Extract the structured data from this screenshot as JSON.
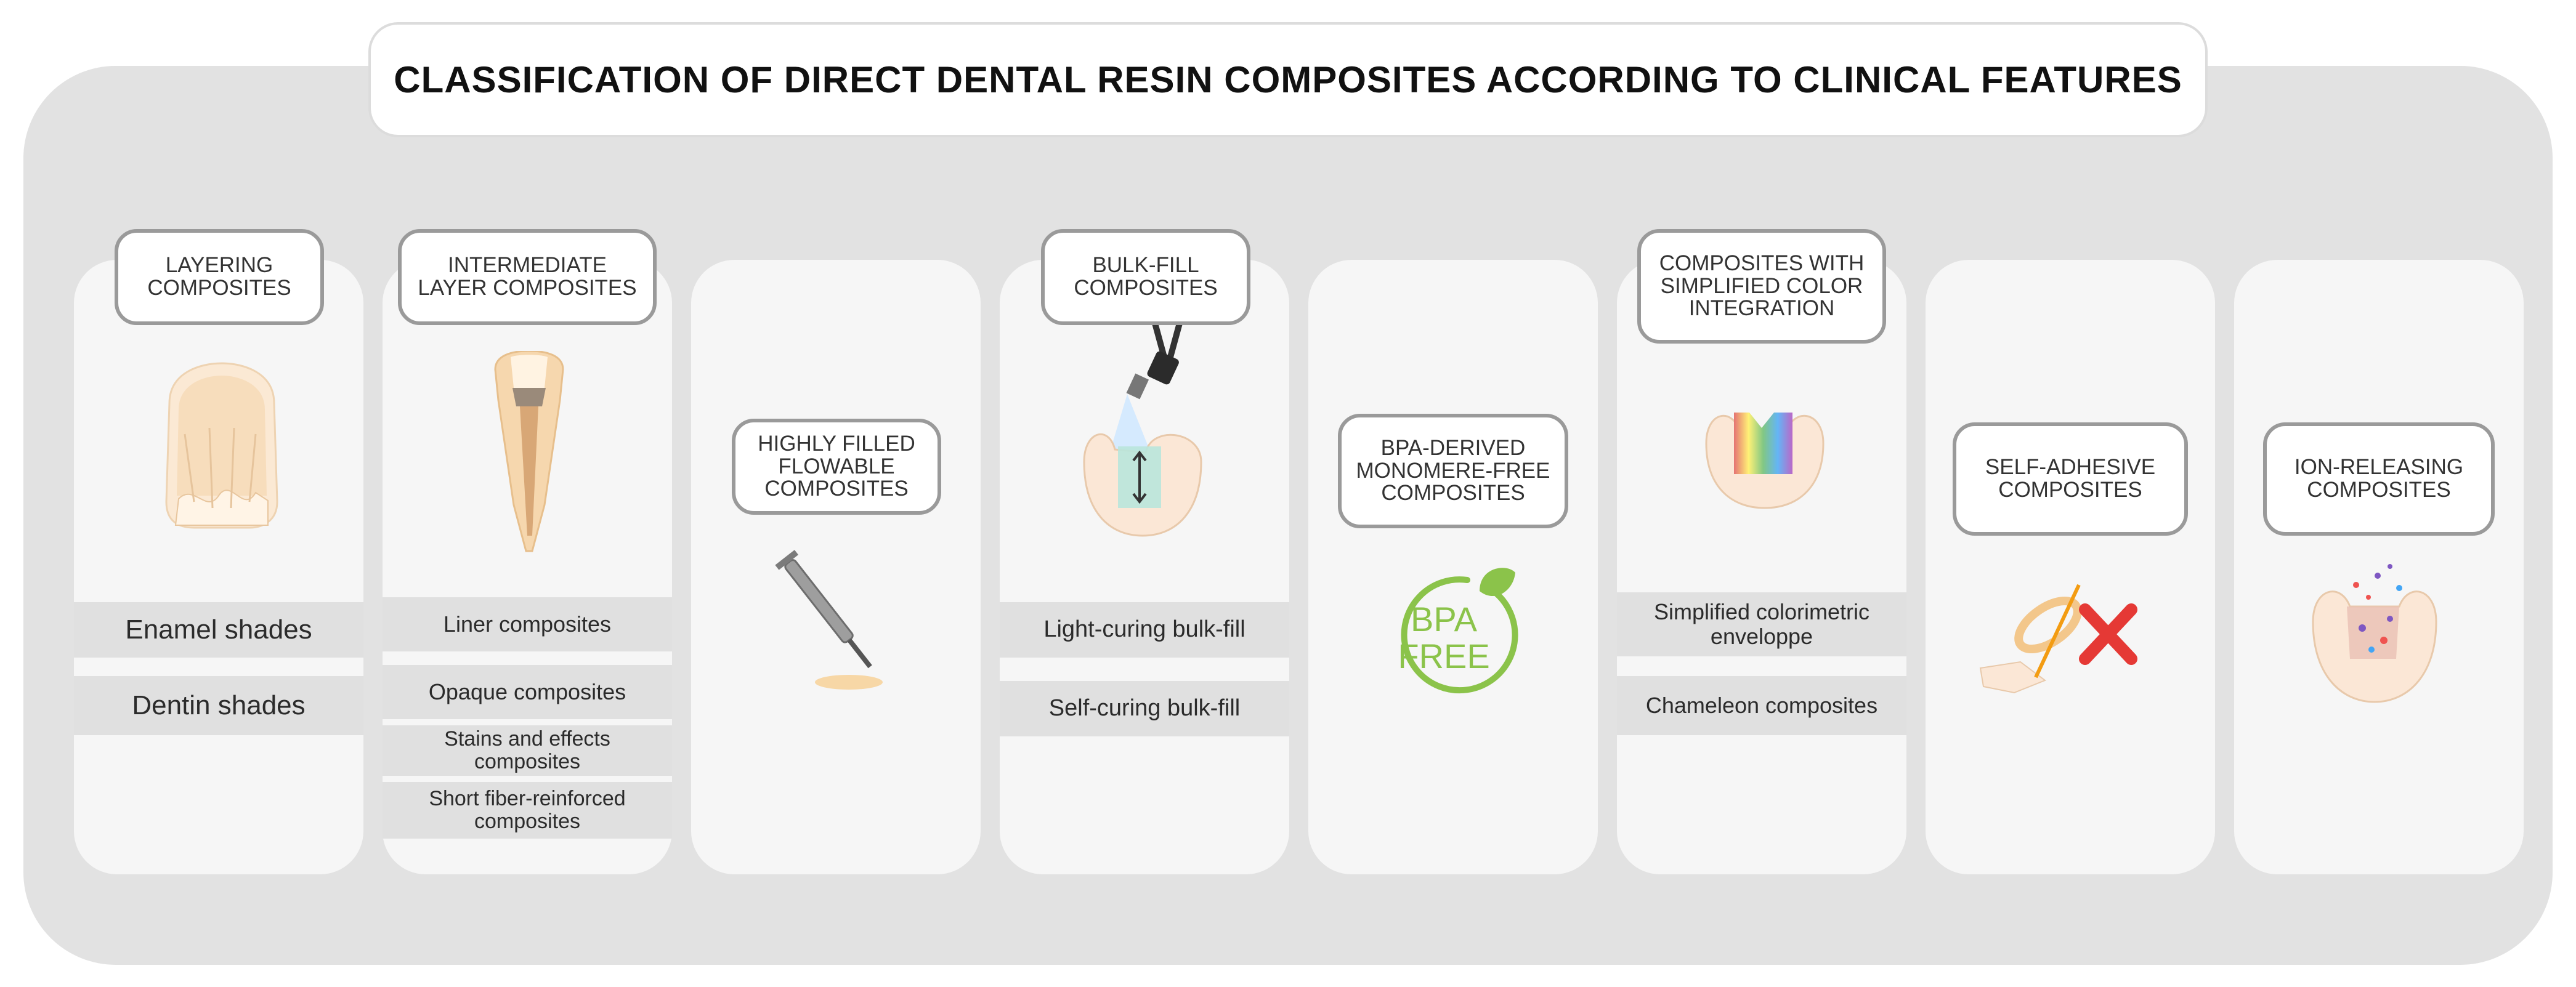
{
  "title": "CLASSIFICATION OF DIRECT DENTAL RESIN COMPOSITES ACCORDING TO CLINICAL FEATURES",
  "categories": [
    {
      "label": "LAYERING\nCOMPOSITES",
      "sub": [
        "Enamel shades",
        "Dentin shades"
      ],
      "icon": "layered-incisor-icon"
    },
    {
      "label": "INTERMEDIATE\nLAYER COMPOSITES",
      "sub": [
        "Liner composites",
        "Opaque composites",
        "Stains and effects composites",
        "Short fiber-reinforced composites"
      ],
      "icon": "tooth-cross-section-icon"
    },
    {
      "label": "HIGHLY FILLED\nFLOWABLE\nCOMPOSITES",
      "sub": [],
      "icon": "syringe-icon"
    },
    {
      "label": "BULK-FILL\nCOMPOSITES",
      "sub": [
        "Light-curing bulk-fill",
        "Self-curing bulk-fill"
      ],
      "icon": "curing-light-tooth-icon"
    },
    {
      "label": "BPA-DERIVED\nMONOMERE-FREE\nCOMPOSITES",
      "sub": [],
      "icon": "bpa-free-icon",
      "icon_text": [
        "BPA",
        "FREE"
      ]
    },
    {
      "label": "COMPOSITES WITH\nSIMPLIFIED COLOR\nINTEGRATION",
      "sub": [
        "Simplified colorimetric enveloppe",
        "Chameleon composites"
      ],
      "icon": "rainbow-tooth-icon"
    },
    {
      "label": "SELF-ADHESIVE\nCOMPOSITES",
      "sub": [],
      "icon": "no-adhesive-brush-icon"
    },
    {
      "label": "ION-RELEASING\nCOMPOSITES",
      "sub": [],
      "icon": "ion-release-tooth-icon"
    }
  ],
  "colors": {
    "panel": "#e2e2e2",
    "column": "#f6f6f6",
    "band": "#e0e0e0",
    "label_border": "#9a9a9a",
    "cross": "#e53935",
    "bpa_green": "#8bc34a"
  }
}
